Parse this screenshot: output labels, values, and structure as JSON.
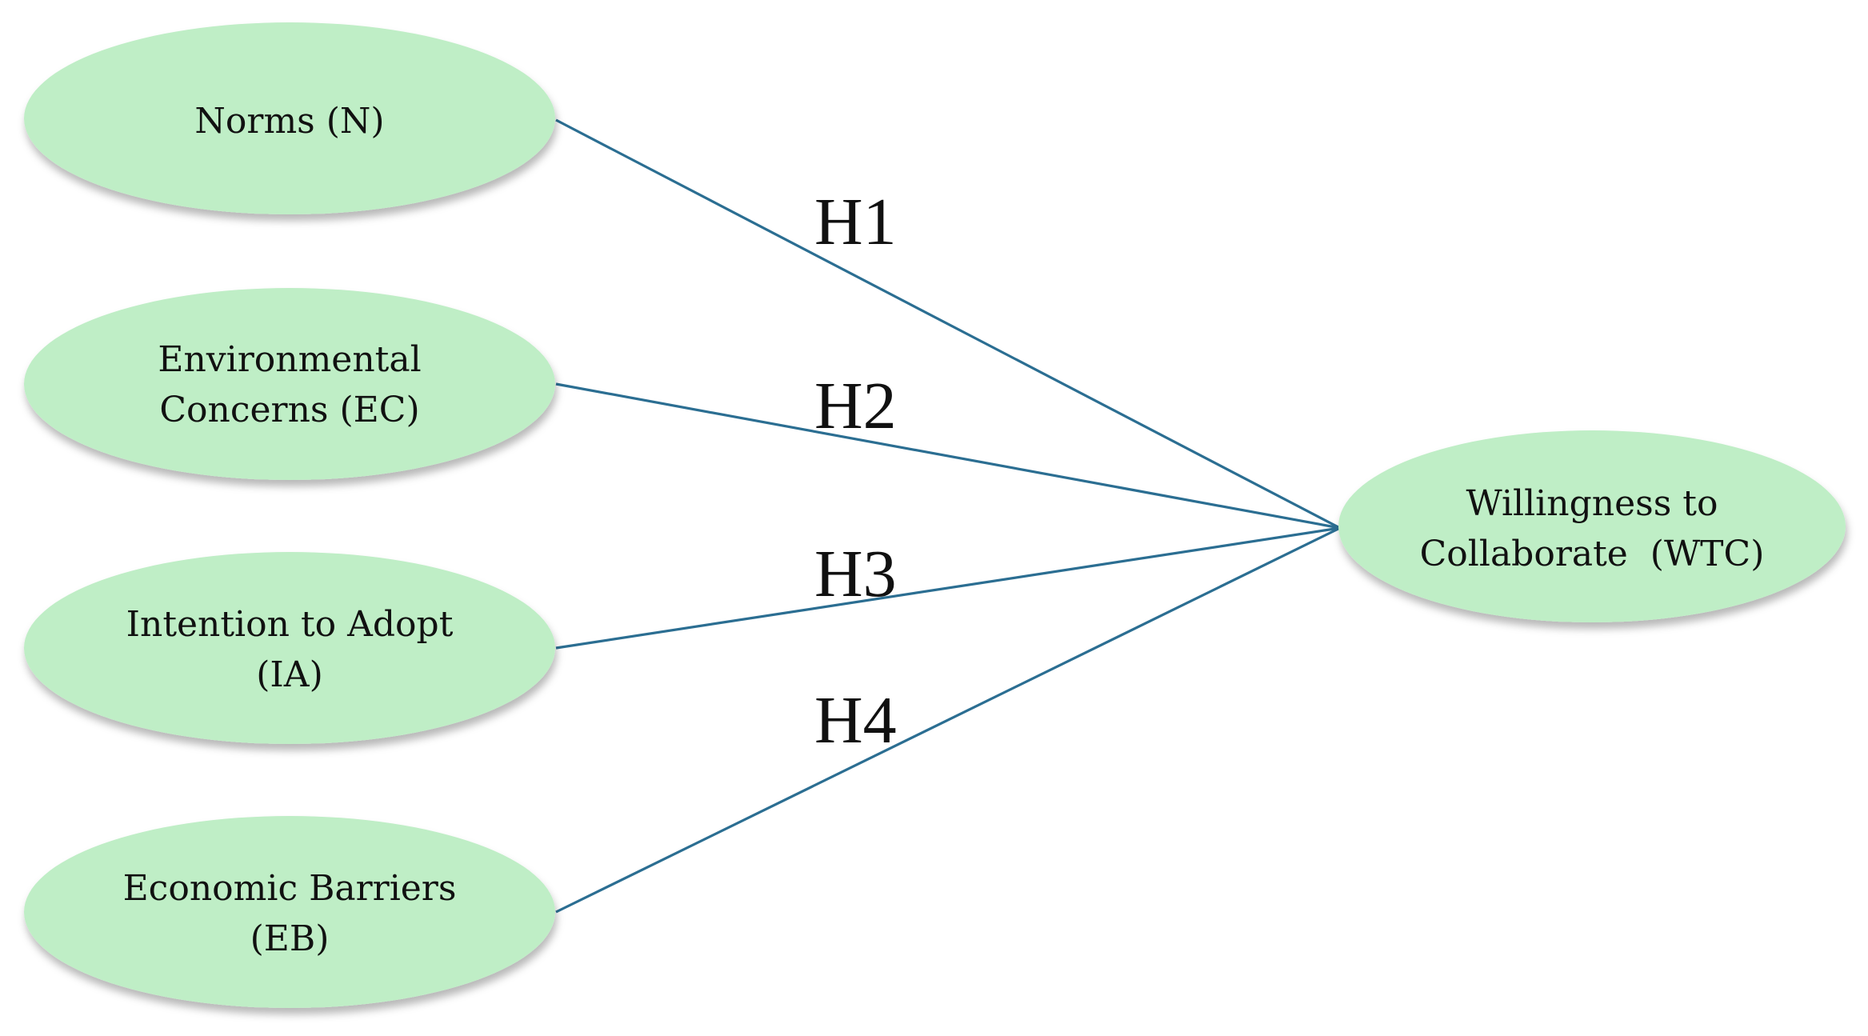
{
  "diagram": {
    "nodes": [
      {
        "id": "N",
        "lines": [
          "Norms (N)"
        ]
      },
      {
        "id": "EC",
        "lines": [
          "Environmental",
          "Concerns (EC)"
        ]
      },
      {
        "id": "IA",
        "lines": [
          "Intention to Adopt",
          "(IA)"
        ]
      },
      {
        "id": "EB",
        "lines": [
          "Economic Barriers",
          "(EB)"
        ]
      },
      {
        "id": "WTC",
        "lines": [
          "Willingness to",
          "Collaborate  (WTC)"
        ]
      }
    ],
    "edges": [
      {
        "from": "N",
        "to": "WTC",
        "label": "H1"
      },
      {
        "from": "EC",
        "to": "WTC",
        "label": "H2"
      },
      {
        "from": "IA",
        "to": "WTC",
        "label": "H3"
      },
      {
        "from": "EB",
        "to": "WTC",
        "label": "H4"
      }
    ],
    "colors": {
      "node_fill": "#bfeec6",
      "edge_stroke": "#2b6e92",
      "text": "#111111"
    }
  }
}
